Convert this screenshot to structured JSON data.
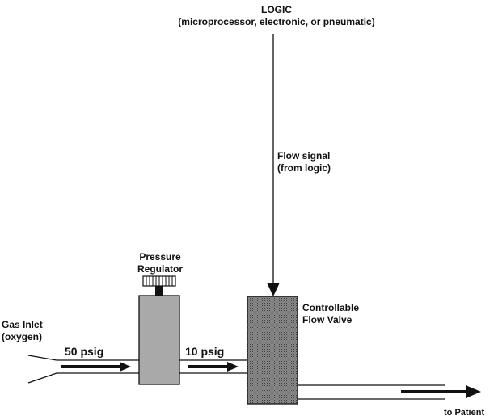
{
  "logic": {
    "title": "LOGIC",
    "subtitle": "(microprocessor, electronic, or pneumatic)"
  },
  "flow_signal": {
    "line1": "Flow signal",
    "line2": "(from logic)"
  },
  "regulator": {
    "line1": "Pressure",
    "line2": "Regulator"
  },
  "flow_valve": {
    "line1": "Controllable",
    "line2": "Flow Valve"
  },
  "gas_inlet": {
    "line1": "Gas Inlet",
    "line2": "(oxygen)"
  },
  "inlet_pressure": "50 psig",
  "regulated_pressure": "10 psig",
  "outlet": "to Patient",
  "colors": {
    "line": "#111111",
    "regulator_fill": "#a9a9a9",
    "valve_fill": "#7a7a7a"
  }
}
